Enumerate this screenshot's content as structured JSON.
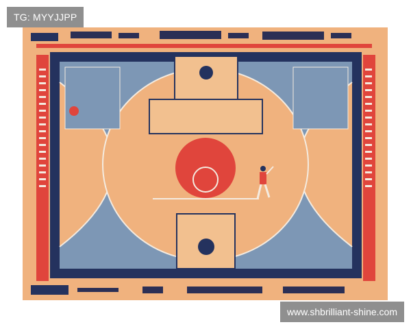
{
  "overlay": {
    "top_tag": "TG: MYYJJPP",
    "bottom_url": "www.shbrilliant-shine.com"
  },
  "artwork": {
    "subject": "stylized-basketball-court-poster",
    "colors": {
      "background": "#f0b27e",
      "court_blue": "#7d97b5",
      "deep_navy": "#24325e",
      "accent_red": "#e0453c",
      "key_tan": "#f2c08f",
      "white_line": "#f4ebe0"
    }
  }
}
